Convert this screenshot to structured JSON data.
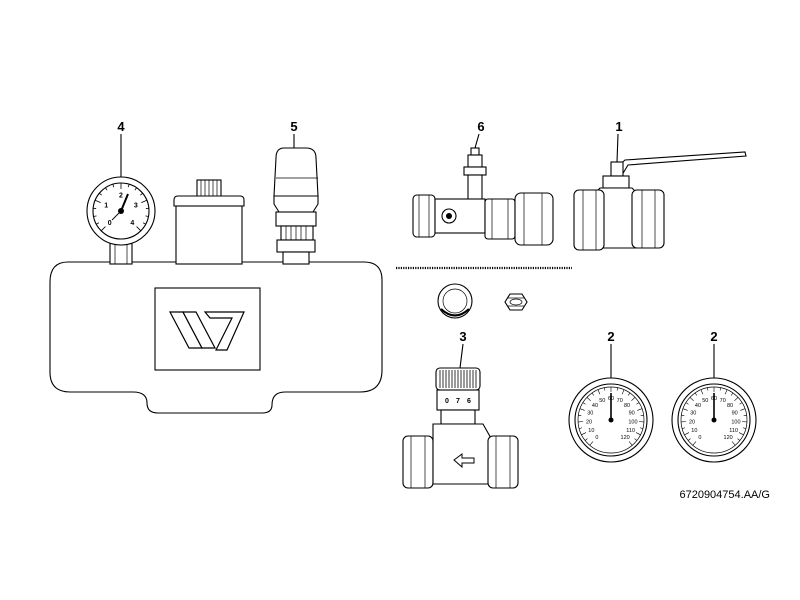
{
  "callouts": {
    "ball_valve": "1",
    "thermometer_left": "2",
    "thermometer_right": "2",
    "balancing_valve": "3",
    "pressure_gauge": "4",
    "safety_valve": "5",
    "tee_fitting": "6"
  },
  "pressure_gauge_scale": [
    "0",
    "1",
    "2",
    "3",
    "4"
  ],
  "balancing_valve_scale": [
    "0",
    "7",
    "6"
  ],
  "thermometer_scale": [
    "0",
    "10",
    "20",
    "30",
    "40",
    "50",
    "60",
    "70",
    "80",
    "90",
    "100",
    "110",
    "120"
  ],
  "document_reference": "6720904754.AA/G"
}
